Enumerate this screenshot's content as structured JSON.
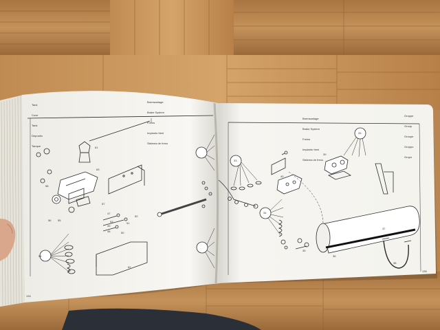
{
  "photo": {
    "subject": "open-parts-catalog-book-on-parquet-floor",
    "colors": {
      "floor_light": "#c89a62",
      "floor_dark": "#9a6a3a",
      "paper": "#f7f6f1",
      "ink": "#2a2a2a",
      "skin": "#d9a88c",
      "fabric": "#2b3038"
    }
  },
  "left_page": {
    "header_lines": [
      "Tank",
      "Cuve",
      "Tank",
      "Deposito",
      "Tanque"
    ],
    "header_mid_lines": [
      "Bremsanlage",
      "Brake System",
      "Freins",
      "Impianto freni",
      "Sistema de freno"
    ],
    "part_numbers": [
      "61",
      "63",
      "57",
      "56",
      "55",
      "54",
      "52",
      "53",
      "58",
      "62",
      "47",
      "49",
      "48",
      "50",
      "51"
    ],
    "page_number": "134"
  },
  "right_page": {
    "header_lines": [
      "Bremsanlage",
      "Brake System",
      "Freins",
      "Impianto freni",
      "Sistema de freno"
    ],
    "header_right_lines": [
      "Gruppe",
      "Group",
      "Groupe",
      "Gruppo",
      "Grupo"
    ],
    "part_numbers": [
      "26",
      "34",
      "33",
      "35",
      "36",
      "37",
      "38",
      "39",
      "40"
    ],
    "page_number": "135"
  }
}
